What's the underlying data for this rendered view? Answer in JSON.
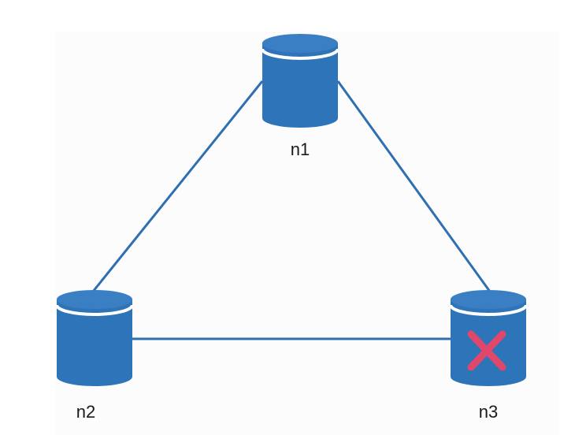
{
  "diagram": {
    "nodes": [
      {
        "id": "n1",
        "label": "n1",
        "failed": false
      },
      {
        "id": "n2",
        "label": "n2",
        "failed": false
      },
      {
        "id": "n3",
        "label": "n3",
        "failed": true
      }
    ],
    "edges": [
      {
        "from": "n1",
        "to": "n2"
      },
      {
        "from": "n1",
        "to": "n3"
      },
      {
        "from": "n2",
        "to": "n3"
      }
    ]
  },
  "colors": {
    "node_fill": "#2e74b9",
    "node_top": "#3a7fc4",
    "node_highlight": "#ffffff",
    "edge": "#2e6fb2",
    "failure_mark": "#e0476b"
  },
  "icons": {
    "node": "database-cylinder-icon",
    "failure": "x-mark-icon"
  }
}
